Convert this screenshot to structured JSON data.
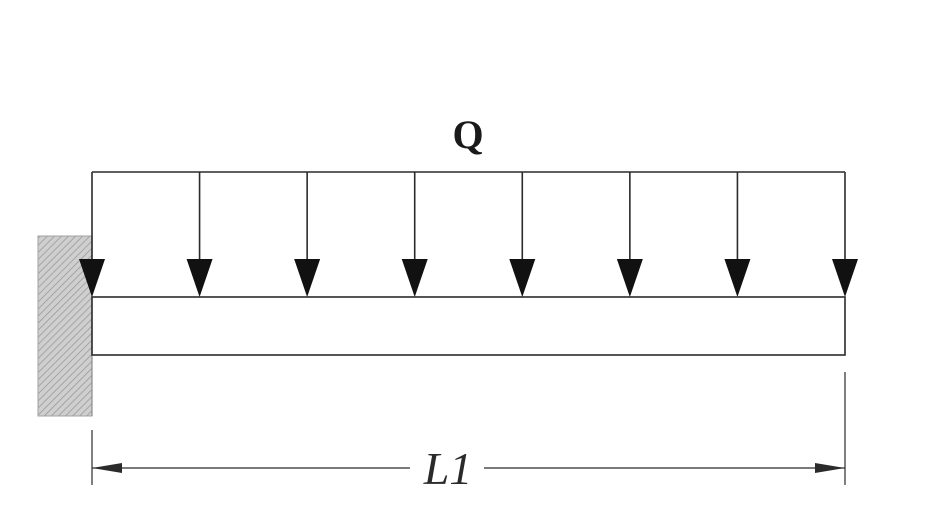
{
  "diagram": {
    "load_label": "Q",
    "length_label": "L1",
    "load_arrow_count": 8,
    "support": "fixed-wall",
    "colors": {
      "line": "#2b2b2b",
      "wall_hatch": "#b3b3b3",
      "background": "#ffffff"
    }
  }
}
